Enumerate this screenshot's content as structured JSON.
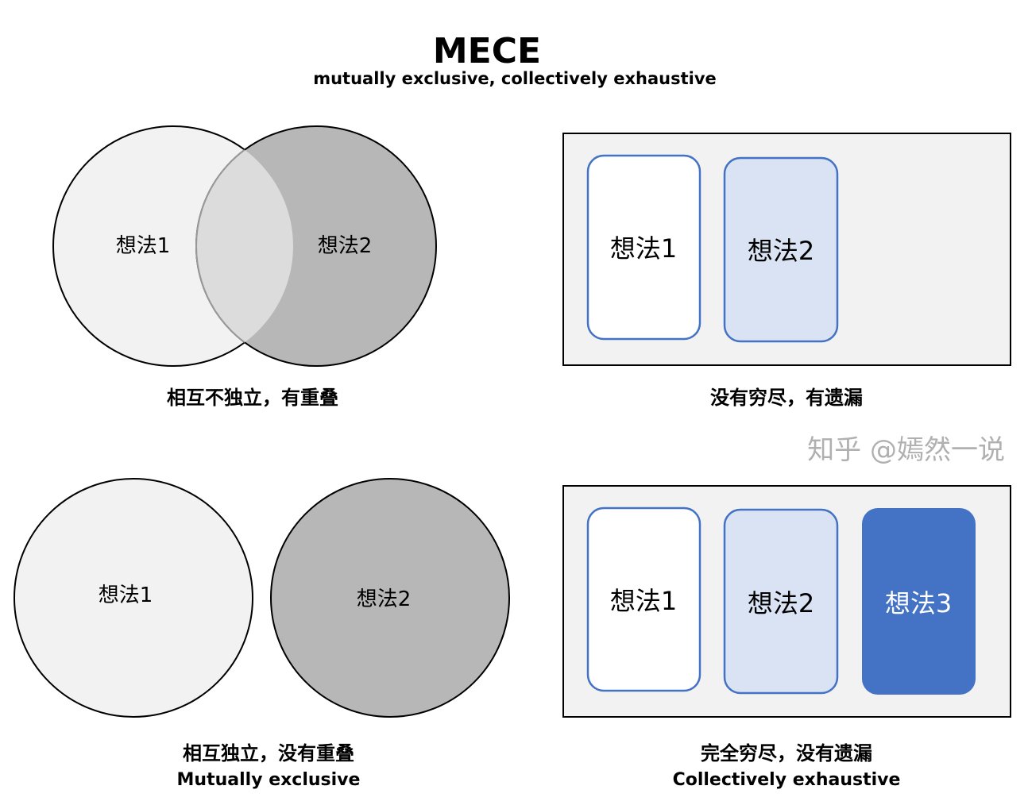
{
  "title": "MECE",
  "subtitle": "mutually exclusive, collectively exhaustive",
  "top_left": {
    "labels": [
      "想法1",
      "想法2"
    ],
    "caption": "相互不独立，有重叠"
  },
  "top_right": {
    "labels": [
      "想法1",
      "想法2"
    ],
    "caption": "没有穷尽，有遗漏"
  },
  "bottom_left": {
    "labels": [
      "想法1",
      "想法2"
    ],
    "caption": "相互独立，没有重叠",
    "caption_en": "Mutually exclusive"
  },
  "bottom_right": {
    "labels": [
      "想法1",
      "想法2",
      "想法3"
    ],
    "caption": "完全穷尽，没有遗漏",
    "caption_en": "Collectively exhaustive"
  },
  "watermark": "知乎 @嫣然一说",
  "colors": {
    "light_circle": "#f2f2f2",
    "dark_circle": "#b7b7b7",
    "card_border": "#4472c4",
    "card_light": "#dae3f3",
    "card_dark": "#4472c4",
    "panel": "#f2f2f2"
  }
}
